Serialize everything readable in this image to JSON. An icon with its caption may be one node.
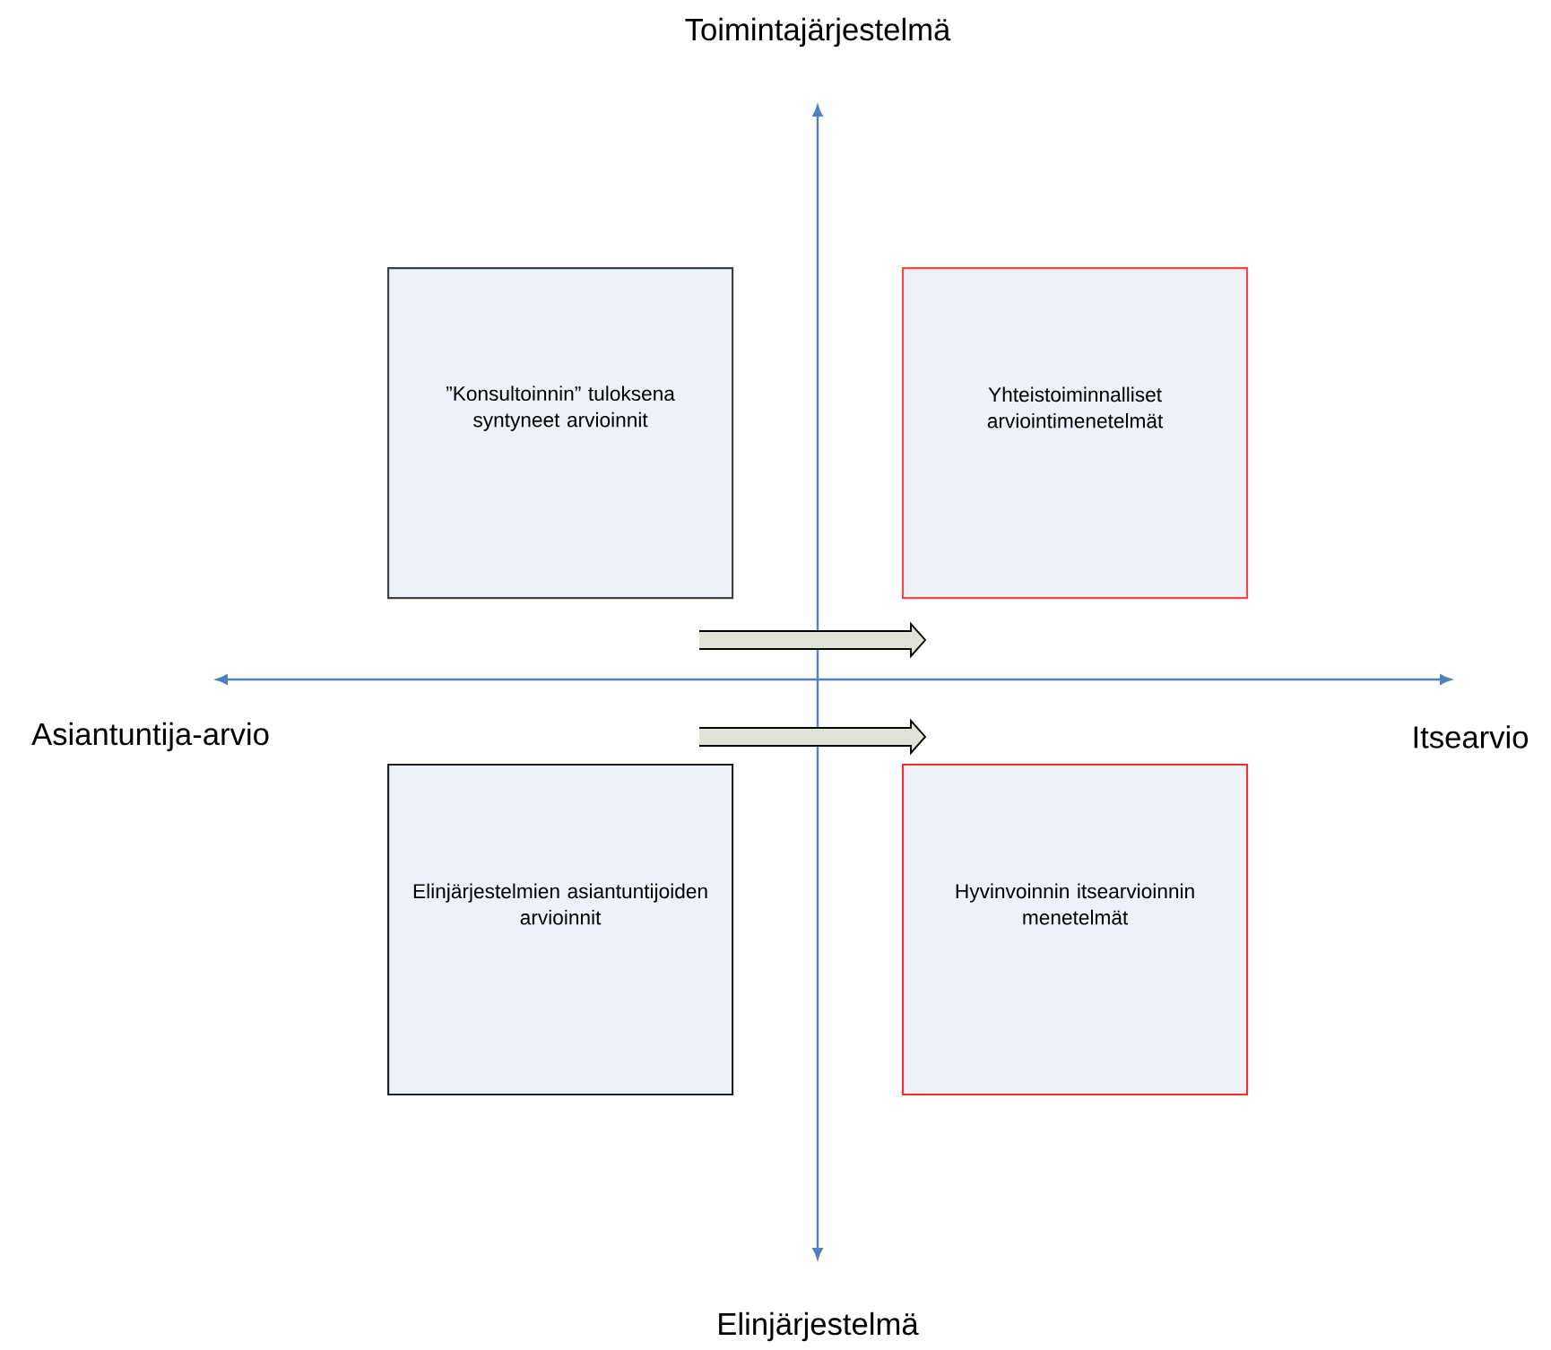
{
  "diagram": {
    "nodes": [
      {
        "text": [
          "”Konsultoinnin” tuloksena syntyneet arvioinnit"
        ]
      },
      {
        "text": [
          "Yhteistoiminnalliset arviointimenetelmät"
        ]
      },
      {
        "text": [
          "Elinjärjestelmien asiantuntijoiden arvioinnit"
        ]
      },
      {
        "text": [
          "Hyvinvoinnin itsearvioinnin menetelmät"
        ]
      }
    ],
    "labels": [
      "Toimintajärjestelmä",
      "Asiantuntija-arvio",
      "Itsearvio",
      "Elinjärjestelmä"
    ]
  }
}
